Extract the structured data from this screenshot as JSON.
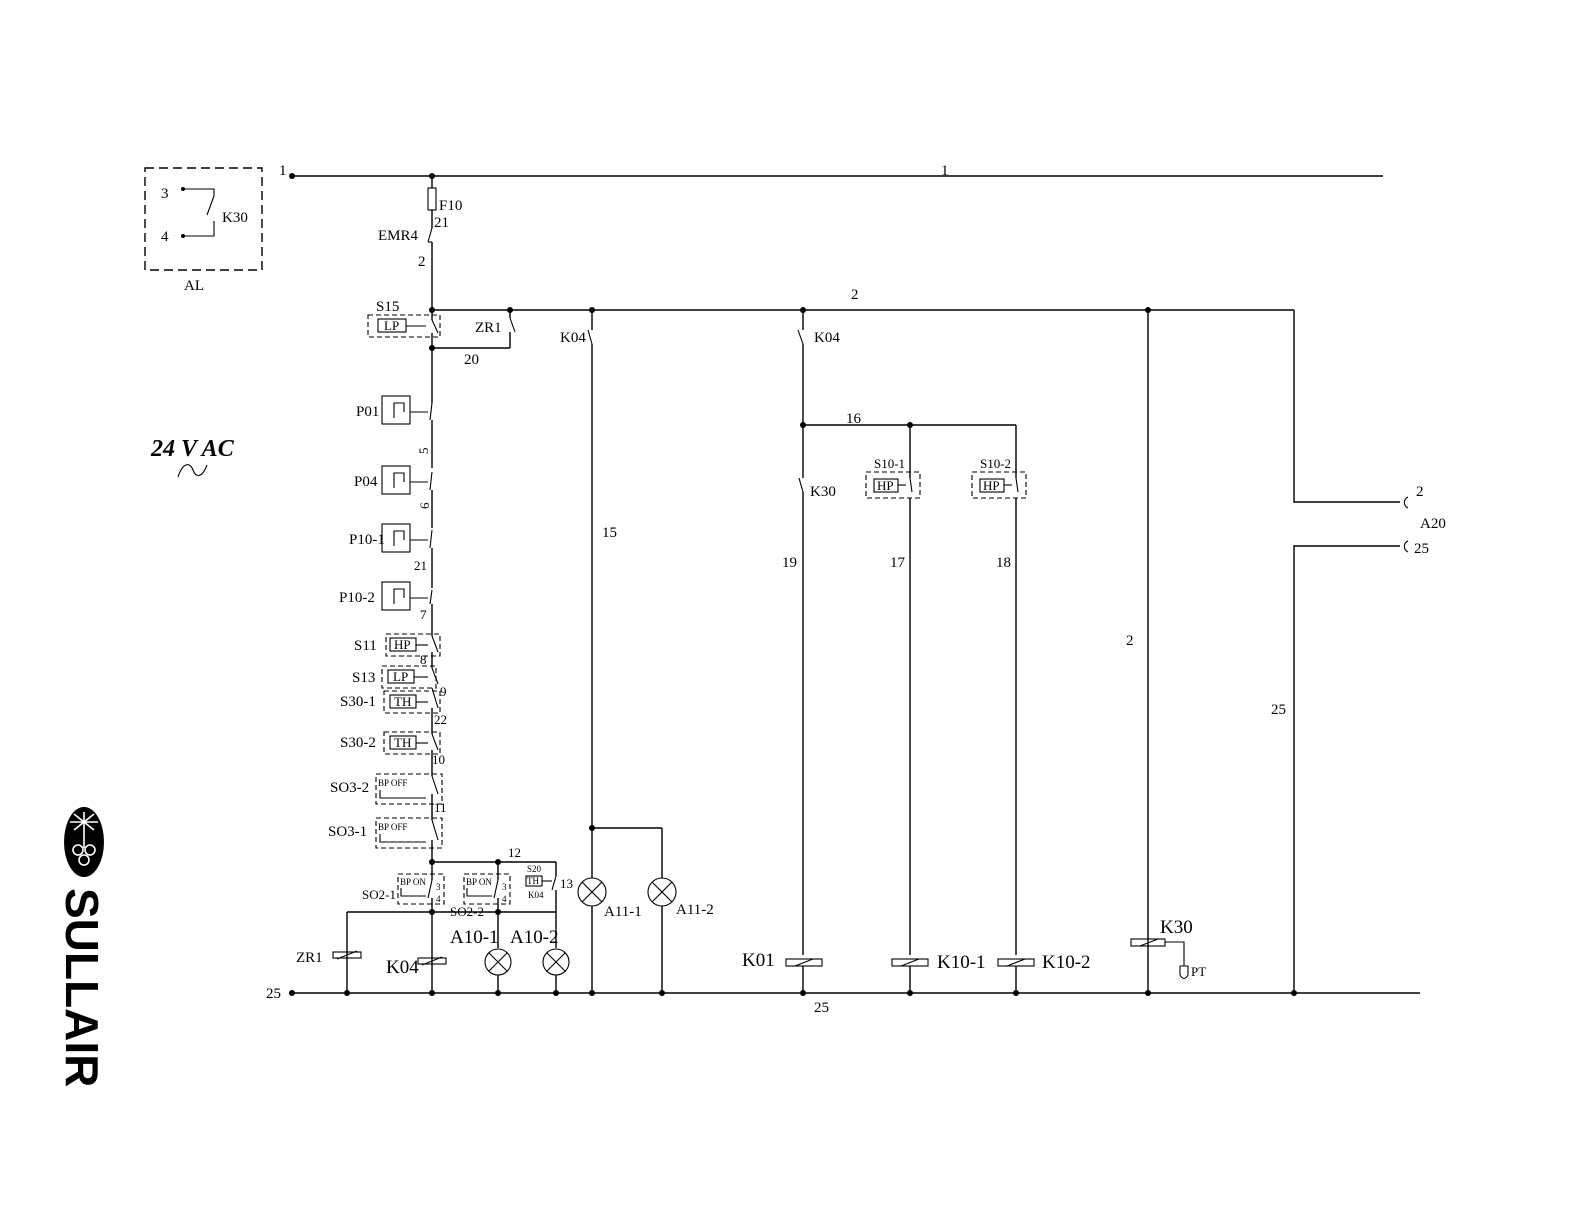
{
  "labels": {
    "node1_left": "1",
    "node1_top": "1",
    "F10": "F10",
    "n21_top": "21",
    "EMR4": "EMR4",
    "n2_a": "2",
    "n2_top": "2",
    "S15": "S15",
    "S15_box": "LP",
    "ZR1_contact": "ZR1",
    "n20": "20",
    "K04_left": "K04",
    "K04_mid": "K04",
    "P01": "P01",
    "n5": "5",
    "P04": "P04",
    "n6": "6",
    "P10_1": "P10-1",
    "n21_b": "21",
    "P10_2": "P10-2",
    "n7": "7",
    "S11": "S11",
    "S11_box": "HP",
    "n8": "8",
    "S13": "S13",
    "S13_box": "LP",
    "n9": "9",
    "S30_1": "S30-1",
    "S30_1_box": "TH",
    "n22": "22",
    "S30_2": "S30-2",
    "S30_2_box": "TH",
    "n10": "10",
    "SO3_2": "SO3-2",
    "SO3_2_box": "BP OFF",
    "n11": "11",
    "SO3_1": "SO3-1",
    "SO3_1_box": "BP OFF",
    "n12": "12",
    "S20": "S20",
    "S20_box": "TH",
    "K04_small": "K04",
    "n13": "13",
    "SO2_1": "SO2-1",
    "SO2_1_box": "BP ON",
    "SO2_2": "SO2-2",
    "SO2_2_box": "BP ON",
    "t3a": "3",
    "t4a": "4",
    "t3b": "3",
    "t4b": "4",
    "ZR1_coil": "ZR1",
    "K04_coil": "K04",
    "A10_1": "A10-1",
    "A10_2": "A10-2",
    "A11_1": "A11-1",
    "A11_2": "A11-2",
    "n15": "15",
    "n16": "16",
    "K30_contact": "K30",
    "n19": "19",
    "K01": "K01",
    "S10_1": "S10-1",
    "S10_1_box": "HP",
    "n17": "17",
    "K10_1": "K10-1",
    "S10_2": "S10-2",
    "S10_2_box": "HP",
    "n18": "18",
    "K10_2": "K10-2",
    "n2_right": "2",
    "K30_coil": "K30",
    "PT": "PT",
    "A20": "A20",
    "a20_2": "2",
    "a20_25": "25",
    "n25_right": "25",
    "n25_left": "25",
    "n25_bottom": "25",
    "al_3": "3",
    "al_4": "4",
    "al_K30": "K30",
    "AL": "AL",
    "voltage": "24 V AC",
    "wave": "~"
  },
  "brand": "SULLAIR"
}
